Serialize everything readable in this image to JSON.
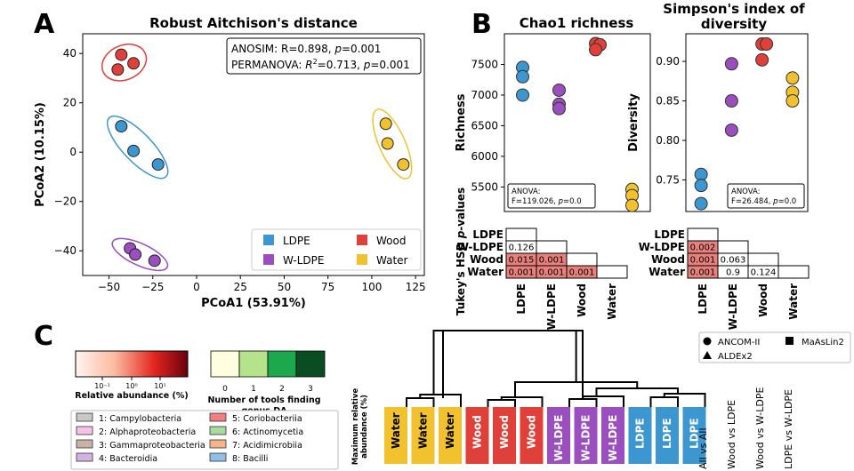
{
  "panel_labels": [
    "A",
    "B",
    "C"
  ],
  "groups": {
    "LDPE": {
      "color": "#3c97d1"
    },
    "W-LDPE": {
      "color": "#9b4fbf"
    },
    "Wood": {
      "color": "#e0403a"
    },
    "Water": {
      "color": "#f2c12e"
    }
  },
  "chart_data": [
    {
      "id": "pcoa",
      "type": "scatter",
      "title": "Robust Aitchison's distance",
      "xlabel": "PCoA1 (53.91%)",
      "ylabel": "PCoA2 (10.15%)",
      "xlim": [
        -65,
        130
      ],
      "ylim": [
        -50,
        48
      ],
      "xticks": [
        -50,
        -25,
        0,
        25,
        50,
        75,
        100,
        125
      ],
      "xtick_labels": [
        "−50",
        "−25",
        "0",
        "25",
        "50",
        "75",
        "100",
        "125"
      ],
      "yticks": [
        -40,
        -20,
        0,
        20,
        40
      ],
      "ytick_labels": [
        "−40",
        "−20",
        "0",
        "20",
        "40"
      ],
      "stats": [
        "ANOSIM: R=0.898, p=0.001",
        "PERMANOVA: R²=0.713, p=0.001"
      ],
      "legend": [
        "LDPE",
        "Wood",
        "W-LDPE",
        "Water"
      ],
      "series": [
        {
          "name": "LDPE",
          "points": [
            [
              -43,
              10.5
            ],
            [
              -36,
              0.5
            ],
            [
              -22,
              -5
            ]
          ]
        },
        {
          "name": "W-LDPE",
          "points": [
            [
              -38,
              -39
            ],
            [
              -35,
              -41.5
            ],
            [
              -24,
              -44
            ]
          ]
        },
        {
          "name": "Wood",
          "points": [
            [
              -43,
              39.5
            ],
            [
              -45,
              33.5
            ],
            [
              -36,
              36
            ]
          ]
        },
        {
          "name": "Water",
          "points": [
            [
              108,
              11.5
            ],
            [
              109,
              3.5
            ],
            [
              118,
              -5
            ]
          ]
        }
      ]
    },
    {
      "id": "chao1",
      "type": "scatter",
      "title": "Chao1 richness",
      "ylabel": "Richness",
      "ylim": [
        5100,
        8000
      ],
      "yticks": [
        5500,
        6000,
        6500,
        7000,
        7500
      ],
      "anova": [
        "ANOVA:",
        "F=119.026, p=0.0"
      ],
      "categories": [
        "LDPE",
        "W-LDPE",
        "Wood",
        "Water"
      ],
      "series": [
        {
          "name": "LDPE",
          "values": [
            7450,
            7300,
            7000
          ]
        },
        {
          "name": "W-LDPE",
          "values": [
            7080,
            6850,
            6780
          ]
        },
        {
          "name": "Wood",
          "values": [
            7840,
            7820,
            7740
          ]
        },
        {
          "name": "Water",
          "values": [
            5460,
            5360,
            5200
          ]
        }
      ]
    },
    {
      "id": "simpson",
      "type": "scatter",
      "title": "Simpson's index of diversity",
      "title_lines": [
        "Simpson's index of",
        "diversity"
      ],
      "ylabel": "Diversity",
      "ylim": [
        0.71,
        0.935
      ],
      "yticks": [
        0.75,
        0.8,
        0.85,
        0.9
      ],
      "ytick_labels": [
        "0.75",
        "0.80",
        "0.85",
        "0.90"
      ],
      "anova": [
        "ANOVA:",
        "F=26.484, p=0.0"
      ],
      "categories": [
        "LDPE",
        "W-LDPE",
        "Wood",
        "Water"
      ],
      "series": [
        {
          "name": "LDPE",
          "values": [
            0.757,
            0.743,
            0.72
          ]
        },
        {
          "name": "W-LDPE",
          "values": [
            0.897,
            0.85,
            0.813
          ]
        },
        {
          "name": "Wood",
          "values": [
            0.922,
            0.922,
            0.902
          ]
        },
        {
          "name": "Water",
          "values": [
            0.879,
            0.861,
            0.85
          ]
        }
      ]
    }
  ],
  "tukey": {
    "ylabel": "Tukey's HSD p-values",
    "ylabel_prefix": "Tukey's HSD ",
    "ylabel_italic": "p",
    "ylabel_suffix": "-values",
    "rows": [
      "LDPE",
      "W-LDPE",
      "Wood",
      "Water"
    ],
    "cols": [
      "LDPE",
      "W-LDPE",
      "Wood",
      "Water"
    ],
    "chao1": [
      [
        "0.126"
      ],
      [
        "0.015",
        "0.001"
      ],
      [
        "0.001",
        "0.001",
        "0.001"
      ]
    ],
    "simpson": [
      [
        "0.002"
      ],
      [
        "0.001",
        "0.063"
      ],
      [
        "0.001",
        "0.9",
        "0.124"
      ]
    ]
  },
  "panel_c": {
    "abundance_label": "Relative abundance (%)",
    "abundance_ticks": [
      "10⁻¹",
      "10⁰",
      "10¹"
    ],
    "tools_label": [
      "Number of tools finding",
      "genus DA"
    ],
    "tools_ticks": [
      "0",
      "1",
      "2",
      "3"
    ],
    "tools_colors": [
      "#ffffe0",
      "#b4e38c",
      "#1ea84e",
      "#0a4d23"
    ],
    "taxa": [
      {
        "label": "1: Campylobacteria",
        "color": "#c8c8c8"
      },
      {
        "label": "5: Coriobacteriia",
        "color": "#f07f7f"
      },
      {
        "label": "2: Alphaproteobacteria",
        "color": "#f7c2e8"
      },
      {
        "label": "6: Actinomycetia",
        "color": "#a7dba0"
      },
      {
        "label": "3: Gammaproteobacteria",
        "color": "#cbb2a8"
      },
      {
        "label": "7: Acidimicrobiia",
        "color": "#f7b48a"
      },
      {
        "label": "4: Bacteroidia",
        "color": "#d3b3e3"
      },
      {
        "label": "8: Bacilli",
        "color": "#8fbfe6"
      }
    ],
    "max_abundance_label": [
      "Maximum relative",
      "abundance (%)"
    ],
    "samples": [
      "Water",
      "Water",
      "Water",
      "Wood",
      "Wood",
      "Wood",
      "W-LDPE",
      "W-LDPE",
      "W-LDPE",
      "LDPE",
      "LDPE",
      "LDPE"
    ],
    "method_legend": [
      "ANCOM-II",
      "MaAsLin2",
      "ALDEx2"
    ],
    "comparisons": [
      "All vs All",
      "Wood vs LDPE",
      "Wood vs W-LDPE",
      "LDPE vs W-LDPE"
    ]
  }
}
